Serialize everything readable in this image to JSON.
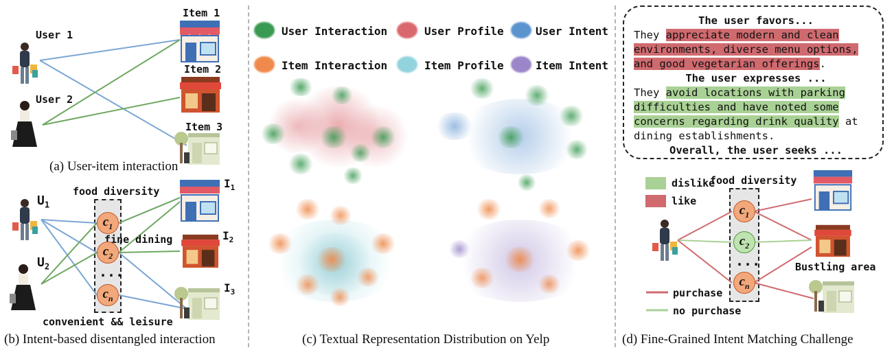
{
  "panel_a": {
    "users": [
      "User 1",
      "User 2"
    ],
    "items": [
      "Item 1",
      "Item 2",
      "Item 3"
    ],
    "caption": "(a) User-item interaction"
  },
  "panel_b": {
    "users": [
      "U",
      "U"
    ],
    "user_subs": [
      "1",
      "2"
    ],
    "items": [
      "I",
      "I",
      "I"
    ],
    "item_subs": [
      "1",
      "2",
      "3"
    ],
    "intents": [
      "food diversity",
      "fine dining",
      "convenient && leisure"
    ],
    "dots": "...",
    "caption": "(b) Intent-based disentangled interaction"
  },
  "panel_c": {
    "legend": [
      {
        "label": "User Interaction",
        "color": "#3a9a52"
      },
      {
        "label": "User Profile",
        "color": "#d9676e"
      },
      {
        "label": "User Intent",
        "color": "#5b93cf"
      },
      {
        "label": "Item Interaction",
        "color": "#ef8a4c"
      },
      {
        "label": "Item Profile",
        "color": "#93d3dd"
      },
      {
        "label": "Item Intent",
        "color": "#9a86c9"
      }
    ],
    "caption": "(c) Textual Representation Distribution on Yelp"
  },
  "panel_d": {
    "bubble": {
      "heading1": "The user favors...",
      "prefix1": "They ",
      "highlight1_lines": [
        "appreciate modern and clean",
        "environments, diverse menu options,",
        "and good vegetarian offerings"
      ],
      "suffix1": ".",
      "heading2": "The user expresses ...",
      "prefix2": "They ",
      "highlight2_lines": [
        "avoid locations with parking",
        "difficulties and have noted some",
        "concerns regarding drink quality"
      ],
      "suffix2": " at",
      "tail2": "dining establishments.",
      "heading3": "Overall, the user seeks ..."
    },
    "legend_dislike": "dislike",
    "legend_like": "like",
    "intent_top": "food diversity",
    "item_label": "Bustling area",
    "dots": "...",
    "line_purchase": "purchase",
    "line_no_purchase": "no purchase",
    "caption": "(d) Fine-Grained Intent Matching Challenge",
    "colors": {
      "like": "#cf6a6f",
      "dislike": "#a9d195"
    }
  },
  "node_label": "c",
  "node_subs": [
    "1",
    "2",
    "n"
  ]
}
